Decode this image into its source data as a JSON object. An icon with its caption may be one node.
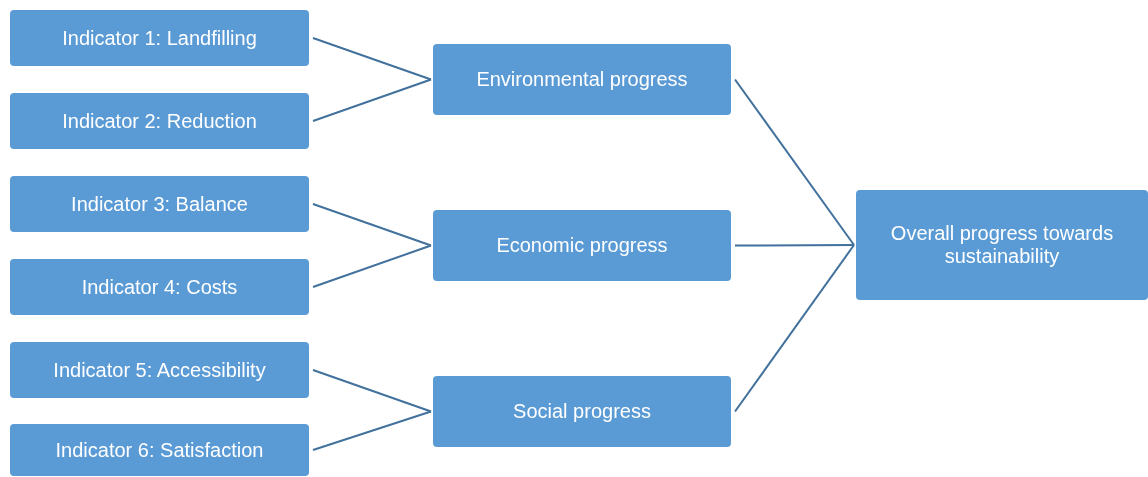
{
  "diagram": {
    "nodes": [
      {
        "text": [
          "Indicator 1: Landfilling"
        ]
      },
      {
        "text": [
          "Indicator 2: Reduction"
        ]
      },
      {
        "text": [
          "Indicator 3: Balance"
        ]
      },
      {
        "text": [
          "Indicator 4: Costs"
        ]
      },
      {
        "text": [
          "Indicator 5: Accessibility"
        ]
      },
      {
        "text": [
          "Indicator 6: Satisfaction"
        ]
      },
      {
        "text": [
          "Environmental progress"
        ]
      },
      {
        "text": [
          "Economic progress"
        ]
      },
      {
        "text": [
          "Social progress"
        ]
      },
      {
        "text": [
          "Overall progress towards sustainability"
        ]
      }
    ],
    "edges": [
      {
        "from": 0,
        "to": 6,
        "arrow": "none"
      },
      {
        "from": 1,
        "to": 6,
        "arrow": "none"
      },
      {
        "from": 2,
        "to": 7,
        "arrow": "none"
      },
      {
        "from": 3,
        "to": 7,
        "arrow": "none"
      },
      {
        "from": 4,
        "to": 8,
        "arrow": "none"
      },
      {
        "from": 5,
        "to": 8,
        "arrow": "none"
      },
      {
        "from": 6,
        "to": 9,
        "arrow": "none"
      },
      {
        "from": 7,
        "to": 9,
        "arrow": "none"
      },
      {
        "from": 8,
        "to": 9,
        "arrow": "none"
      }
    ]
  }
}
